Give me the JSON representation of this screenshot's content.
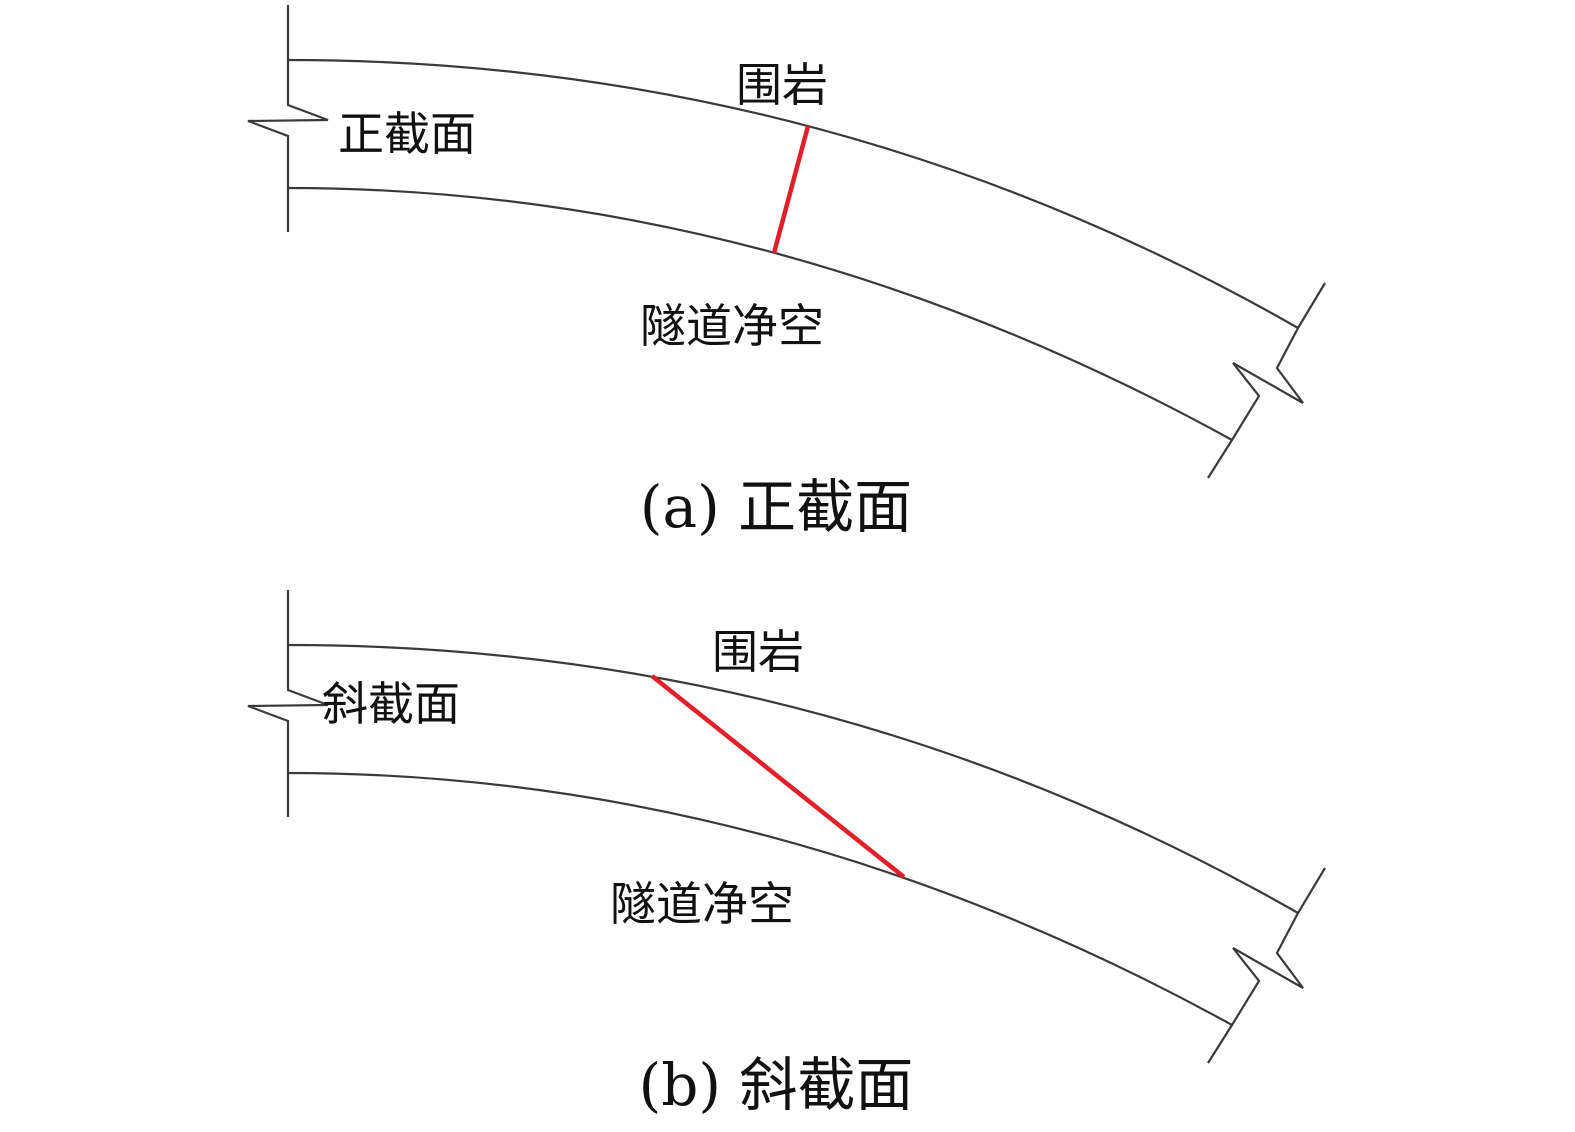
{
  "panels": [
    {
      "caption": "(a) 正截面",
      "section_label": "正截面",
      "rock_label": "围岩",
      "clearance_label": "隧道净空",
      "section_color": "#e0202a"
    },
    {
      "caption": "(b) 斜截面",
      "section_label": "斜截面",
      "rock_label": "围岩",
      "clearance_label": "隧道净空",
      "section_color": "#e0202a"
    }
  ]
}
